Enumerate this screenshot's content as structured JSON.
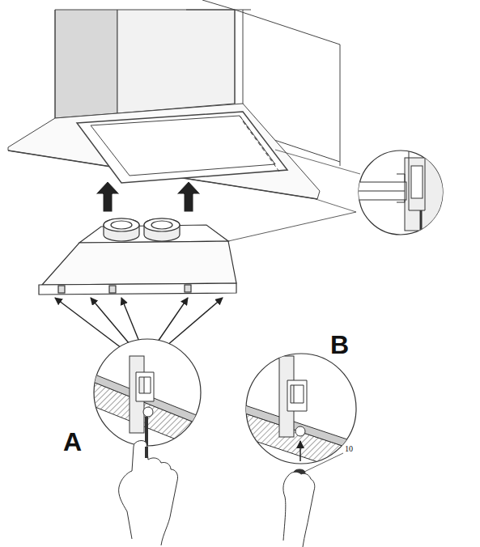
{
  "diagram": {
    "labels": [
      "A",
      "B",
      "10"
    ]
  }
}
